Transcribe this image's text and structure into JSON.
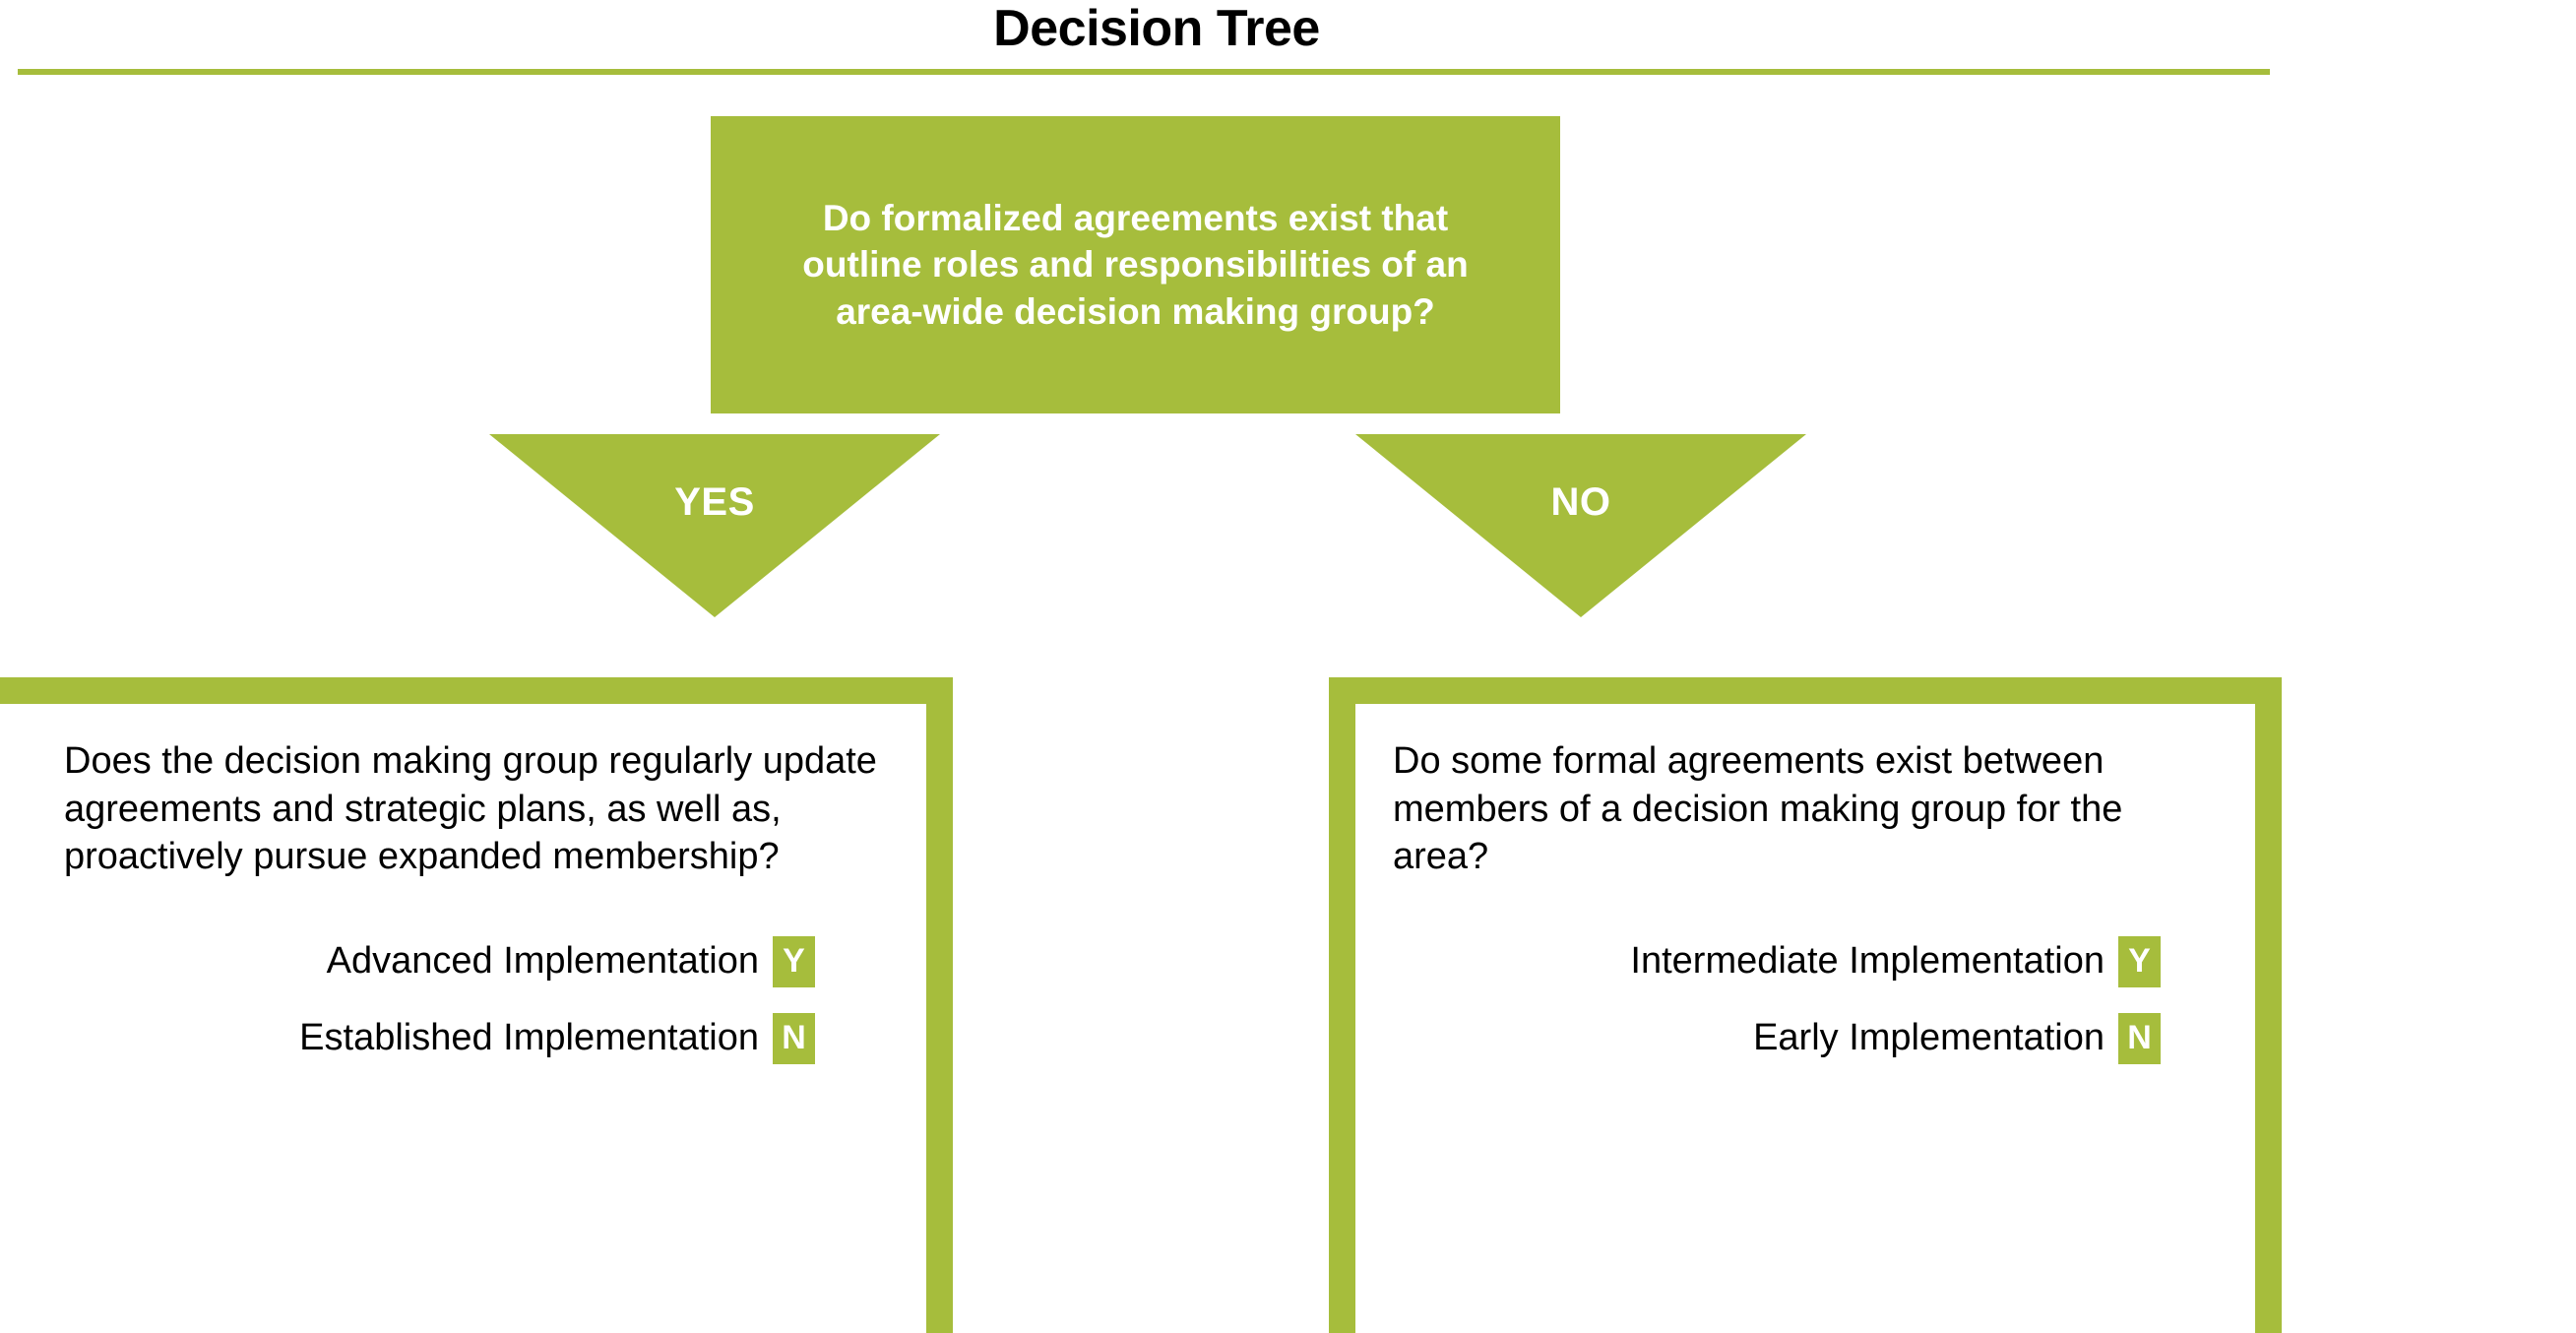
{
  "title": "Decision Tree",
  "theme": {
    "green": "#a6bd3c",
    "text": "#000000",
    "on_green_text": "#ffffff"
  },
  "root_question": {
    "text": "Do formalized agreements exist that outline roles and responsibilities of an area-wide decision making group?"
  },
  "branches": [
    {
      "id": "yes",
      "label": "YES"
    },
    {
      "id": "no",
      "label": "NO"
    }
  ],
  "outcome_boxes": [
    {
      "branch": "YES",
      "question": "Does the decision making group regularly update agreements and strategic plans, as well as, proactively pursue expanded membership?",
      "results": [
        {
          "label": "Advanced Implementation",
          "badge": "Y"
        },
        {
          "label": "Established Implementation",
          "badge": "N"
        }
      ]
    },
    {
      "branch": "NO",
      "question": "Do some formal agreements exist between members of a decision making group for the area?",
      "results": [
        {
          "label": "Intermediate Implementation",
          "badge": "Y"
        },
        {
          "label": "Early Implementation",
          "badge": "N"
        }
      ]
    }
  ]
}
